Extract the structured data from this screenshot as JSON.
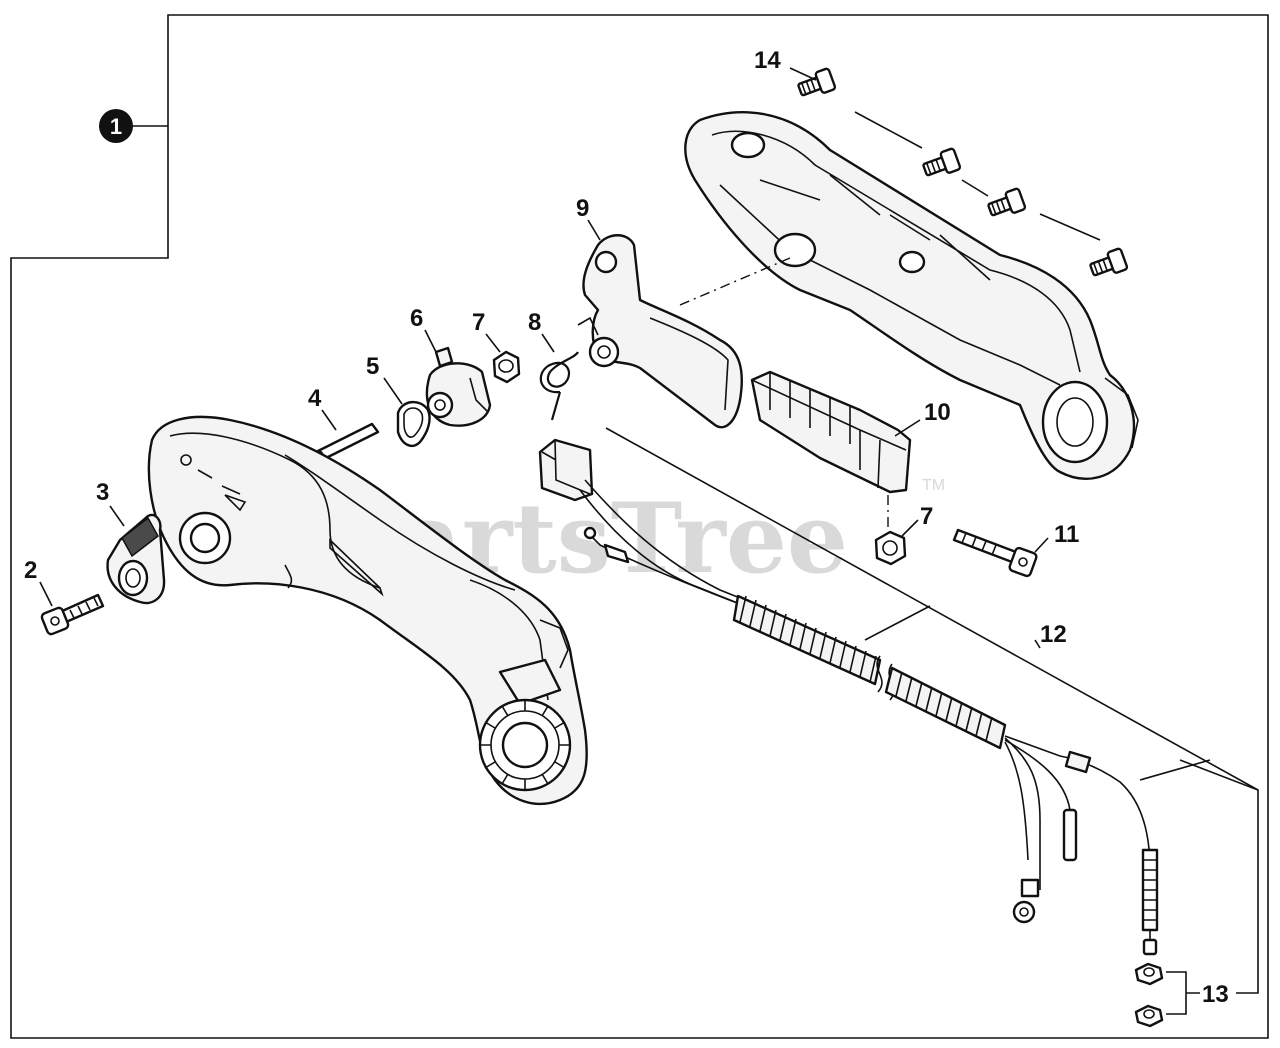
{
  "assembly_callout": "1",
  "watermark": {
    "text": "PartsTree",
    "tm": "TM"
  },
  "callouts": {
    "c2": "2",
    "c3": "3",
    "c4": "4",
    "c5": "5",
    "c6": "6",
    "c7a": "7",
    "c7b": "7",
    "c8": "8",
    "c9": "9",
    "c10": "10",
    "c11": "11",
    "c12": "12",
    "c13": "13",
    "c14": "14"
  }
}
